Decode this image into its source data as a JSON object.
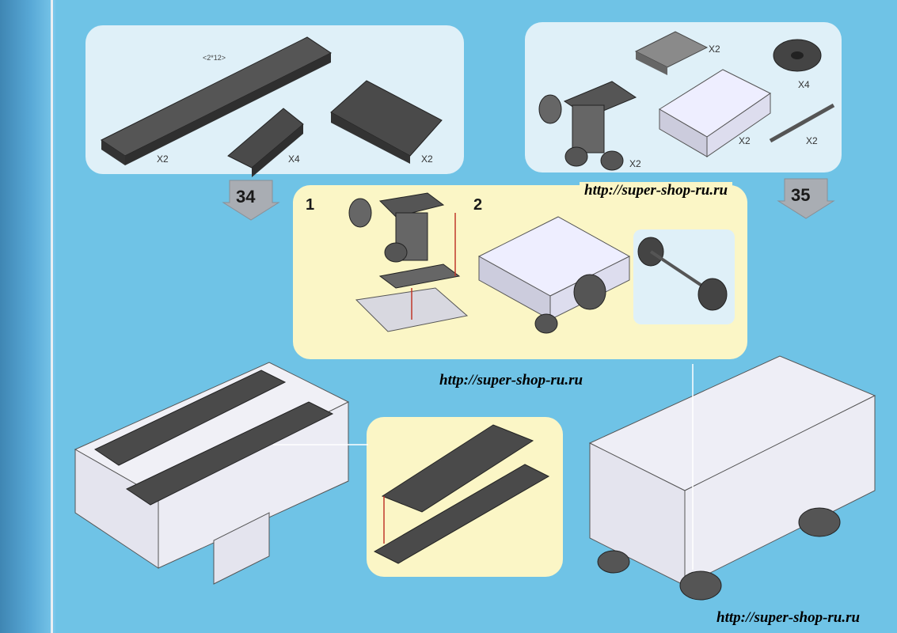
{
  "parts_panel_left": {
    "dimension_label": "<2*12>",
    "quantities": [
      "X2",
      "X4",
      "X2"
    ]
  },
  "parts_panel_right": {
    "quantities": [
      "X2",
      "X4",
      "X2",
      "X2",
      "X2"
    ]
  },
  "steps": {
    "left": "34",
    "right": "35"
  },
  "substeps": [
    "1",
    "2"
  ],
  "watermarks": [
    "http://super-shop-ru.ru",
    "http://super-shop-ru.ru",
    "http://super-shop-ru.ru"
  ],
  "colors": {
    "background": "#6fc3e6",
    "panel": "#dff0f8",
    "highlight_panel": "#fbf6c6",
    "dark_brick": "#4a4a4a",
    "light_brick": "#e8e8f0",
    "arrow": "#c0392b"
  }
}
